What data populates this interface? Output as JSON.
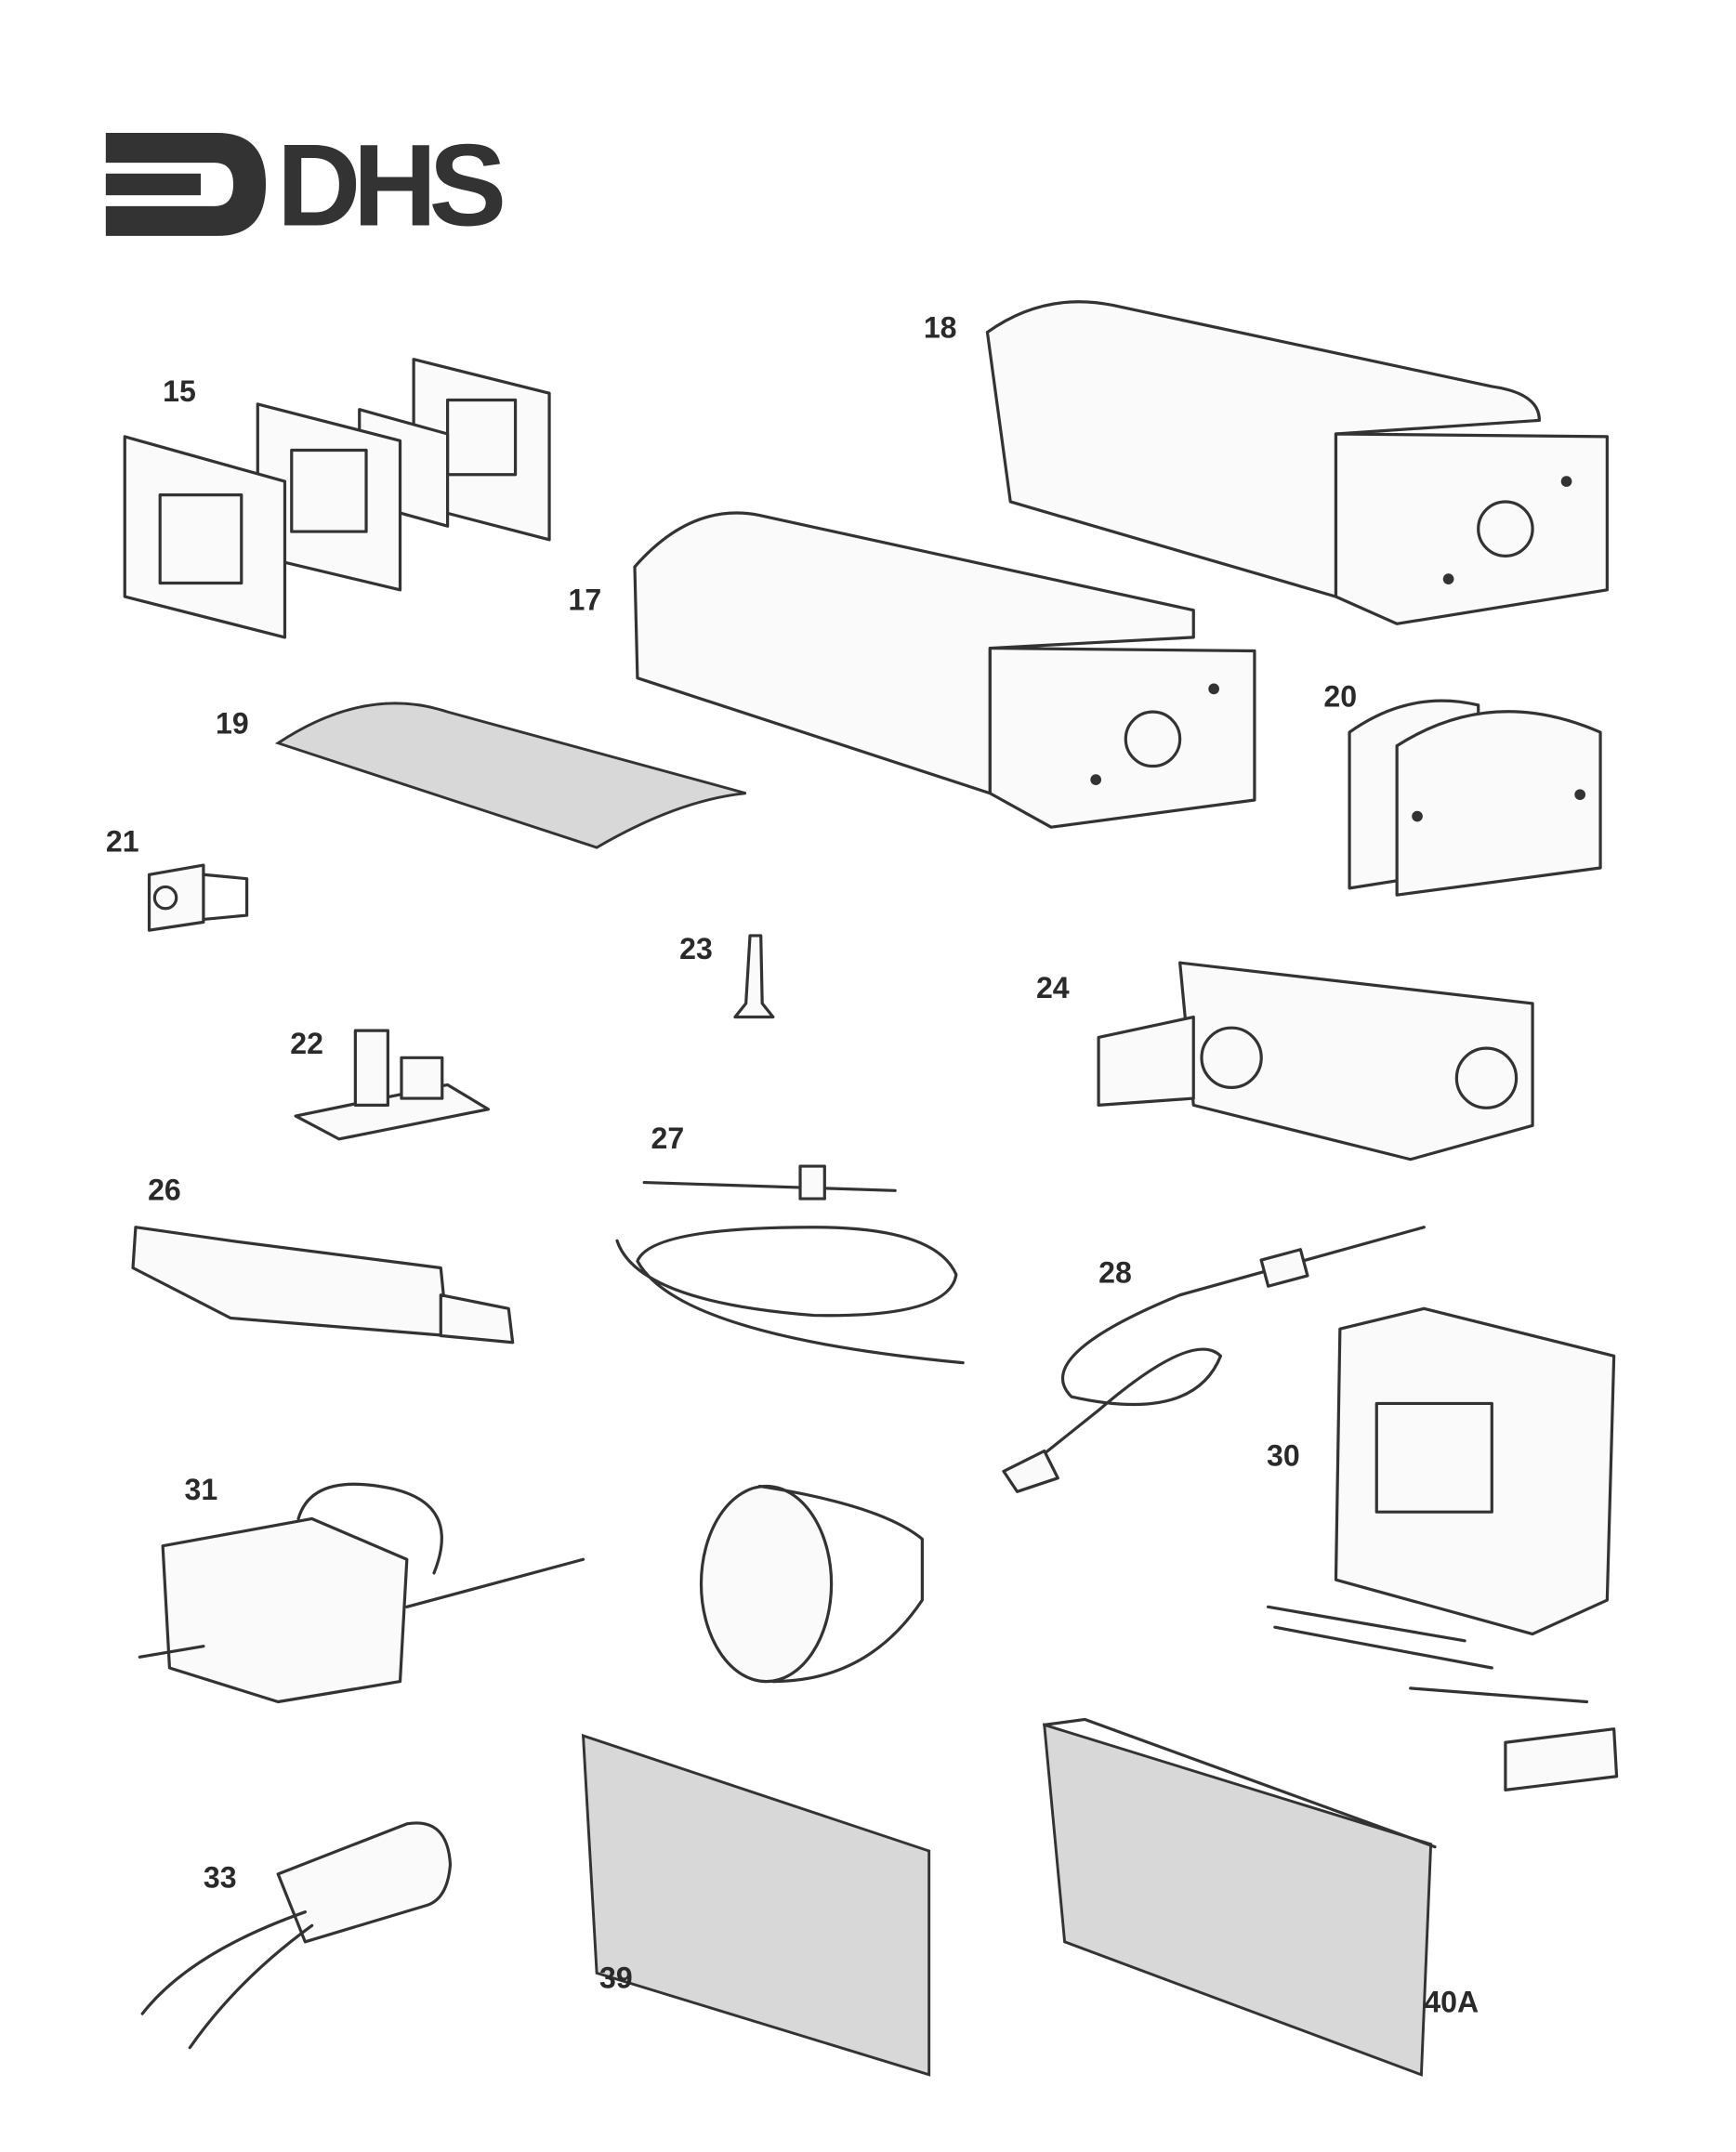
{
  "logo": {
    "text": "DHS"
  },
  "part_labels": [
    "15",
    "17",
    "18",
    "19",
    "20",
    "21",
    "22",
    "23",
    "24",
    "26",
    "27",
    "28",
    "30",
    "31",
    "33",
    "39",
    "40A"
  ],
  "colors": {
    "ink": "#2a2a2a",
    "paper": "#ffffff"
  }
}
